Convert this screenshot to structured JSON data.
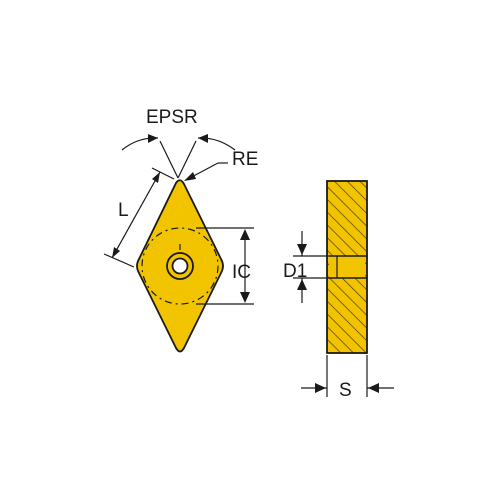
{
  "diagram": {
    "colors": {
      "insert_fill": "#f2c400",
      "outline": "#1a1a1a",
      "hatch": "#4a3c00",
      "background": "#ffffff"
    },
    "labels": {
      "epsr": "EPSR",
      "re": "RE",
      "l": "L",
      "ic": "IC",
      "d1": "D1",
      "s": "S"
    }
  }
}
